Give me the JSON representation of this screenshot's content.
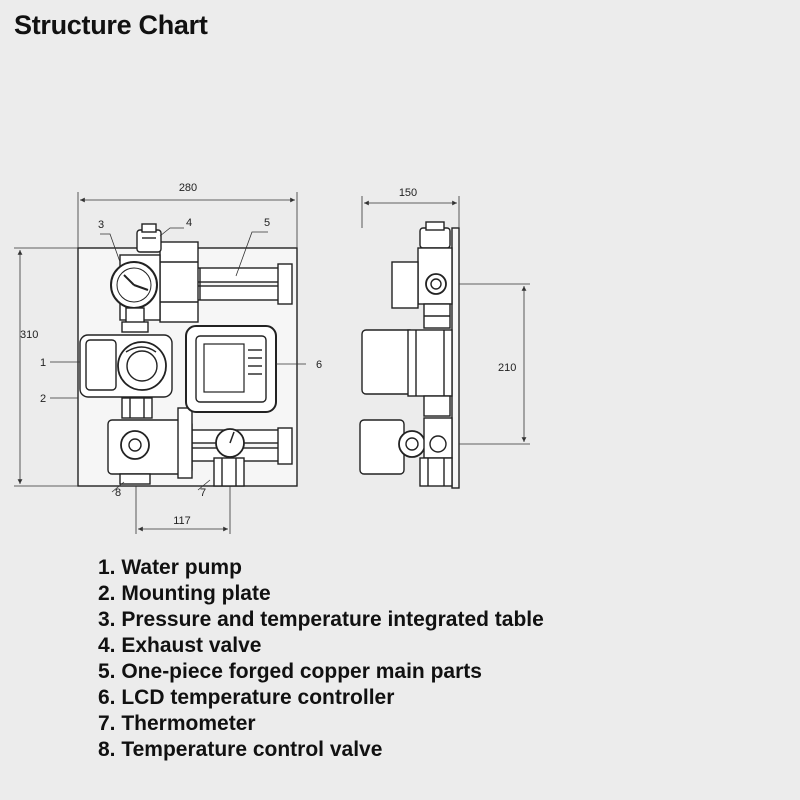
{
  "title": "Structure Chart",
  "dimensions": {
    "front_width": "280",
    "front_height": "310",
    "bottom_offset": "117",
    "side_width": "150",
    "side_height": "210"
  },
  "callouts": [
    "1",
    "2",
    "3",
    "4",
    "5",
    "6",
    "7",
    "8"
  ],
  "legend": [
    "1. Water pump",
    "2. Mounting plate",
    "3. Pressure and temperature integrated table",
    "4. Exhaust valve",
    "5. One-piece forged copper main parts",
    "6. LCD temperature controller",
    "7. Thermometer",
    "8. Temperature control valve"
  ]
}
